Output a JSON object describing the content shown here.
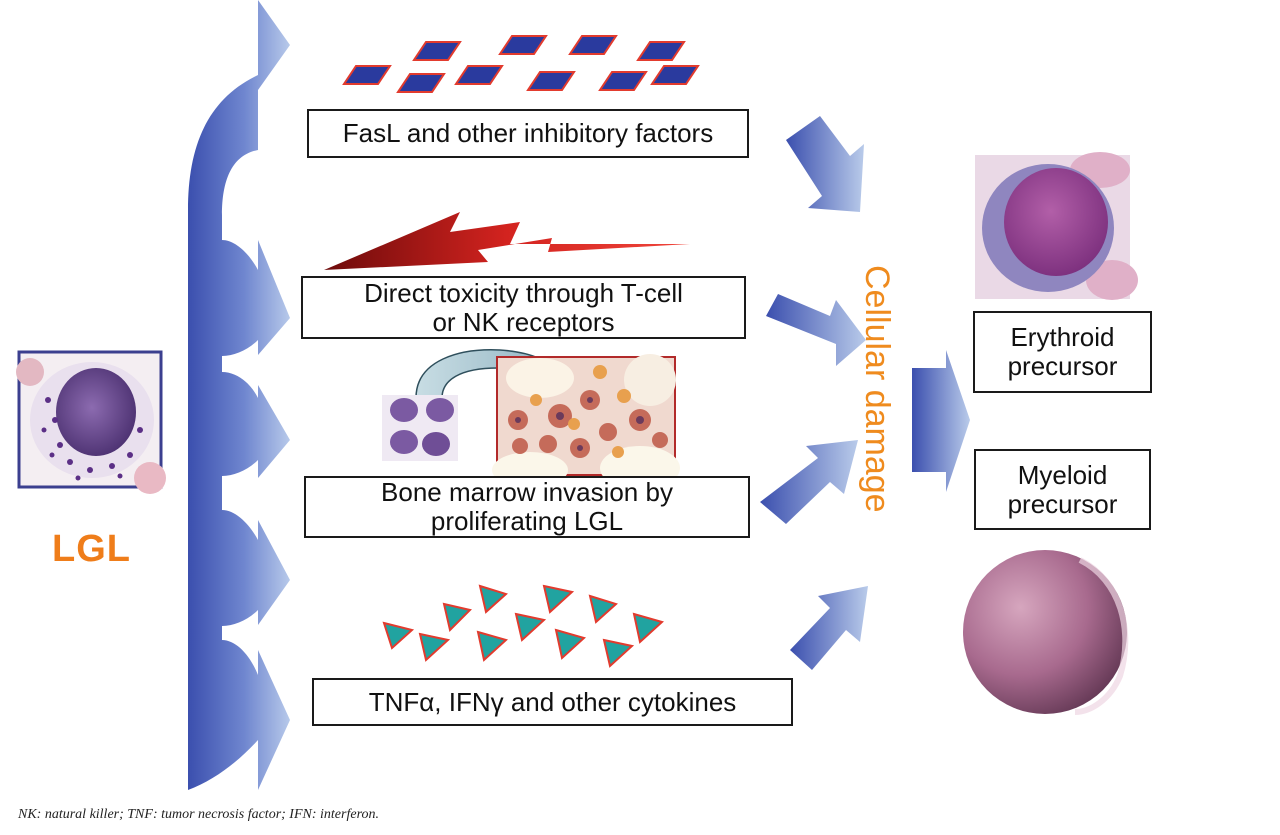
{
  "colors": {
    "arrow_blue": "#4a5fb5",
    "arrow_light": "#a9bde6",
    "accent_orange": "#ef7d1a",
    "diamond_fill": "#2a3a9e",
    "diamond_border": "#e23b2e",
    "triangle_fill": "#21a3a0",
    "lightning_red": "#d3231f"
  },
  "labels": {
    "lgl": "LGL",
    "cellular_damage": "Cellular damage",
    "footnote": "NK: natural killer; TNF: tumor necrosis factor; IFN: interferon."
  },
  "boxes": {
    "fasl": [
      "FasL and other inhibitory factors"
    ],
    "toxicity": [
      "Direct toxicity through T-cell",
      "or NK receptors"
    ],
    "invasion": [
      "Bone marrow invasion by",
      "proliferating LGL"
    ],
    "cytokines": [
      "TNFα, IFNγ and other cytokines"
    ],
    "erythroid": [
      "Erythroid",
      "precursor"
    ],
    "myeloid": [
      "Myeloid",
      "precursor"
    ]
  },
  "icons": [
    "lgl-cell-icon",
    "erythroid-cell-icon",
    "myeloid-cell-icon",
    "lightning-icon",
    "bone-marrow-icon",
    "curved-arrow-icon"
  ]
}
